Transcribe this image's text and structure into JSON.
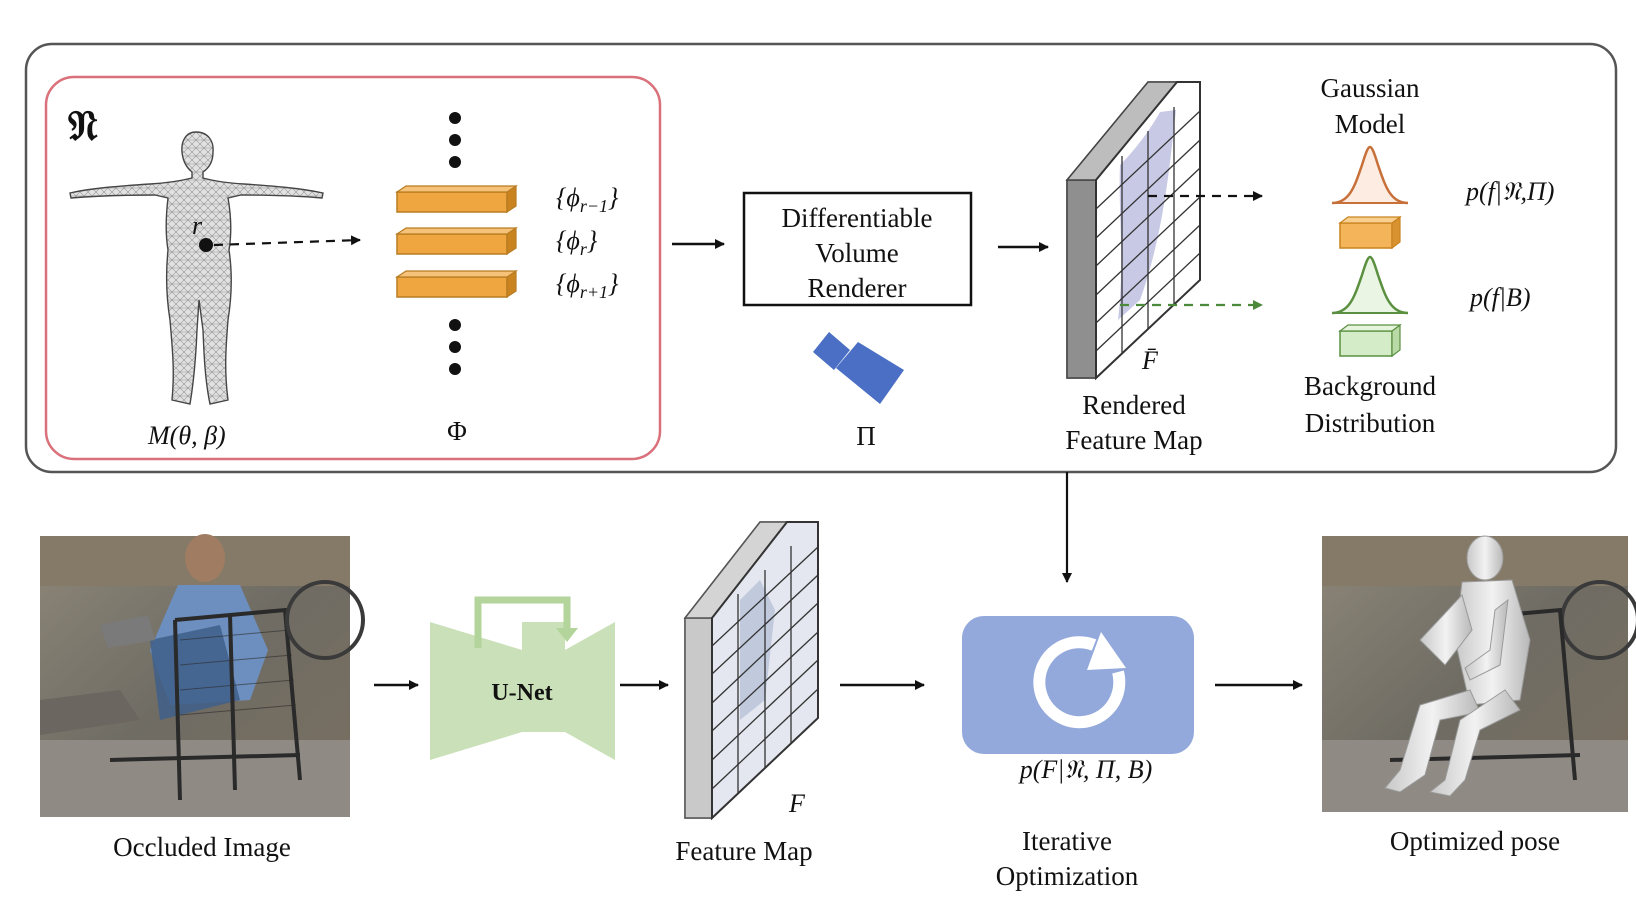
{
  "model": {
    "symbol": "𝔑",
    "mesh_label": "M(θ, β)",
    "vertex_label": "r",
    "features_label": "Φ",
    "feature_sets": [
      "{ϕr−1}",
      "{ϕr}",
      "{ϕr+1}"
    ],
    "feature_sets_display": [
      {
        "base": "{ϕ",
        "sub": "r−1",
        "close": "}"
      },
      {
        "base": "{ϕ",
        "sub": "r",
        "close": "}"
      },
      {
        "base": "{ϕ",
        "sub": "r+1",
        "close": "}"
      }
    ]
  },
  "renderer": {
    "lines": [
      "Differentiable",
      "Volume",
      "Renderer"
    ],
    "camera_label": "Π"
  },
  "rendered_map": {
    "symbol": "F̄",
    "caption_lines": [
      "Rendered",
      "Feature Map"
    ]
  },
  "distributions": {
    "gaussian_lines": [
      "Gaussian",
      "Model"
    ],
    "gaussian_formula": "p(f|𝔑,Π)",
    "background_lines": [
      "Background",
      "Distribution"
    ],
    "background_formula": "p(f|B)"
  },
  "pipeline": {
    "input_caption": "Occluded Image",
    "unet_label": "U-Net",
    "feature_map_symbol": "F",
    "feature_map_caption": "Feature Map",
    "optimization_formula": "p(F|𝔑, Π, B)",
    "optimization_caption_lines": [
      "Iterative",
      "Optimization"
    ],
    "output_caption": "Optimized pose"
  },
  "colors": {
    "feature_block": "#f0a640",
    "feature_block_dark": "#c98420",
    "model_border": "#d9707a",
    "gaussian_curve": "#c8703a",
    "background_curve": "#5a9040",
    "background_block": "#d5ecc8",
    "unet_fill": "#c9e0b8",
    "unet_arrow": "#b3d49a",
    "optimization_fill": "#93a9dc",
    "camera": "#4a6fc4"
  },
  "icons": [
    "camera-icon",
    "refresh-icon"
  ]
}
